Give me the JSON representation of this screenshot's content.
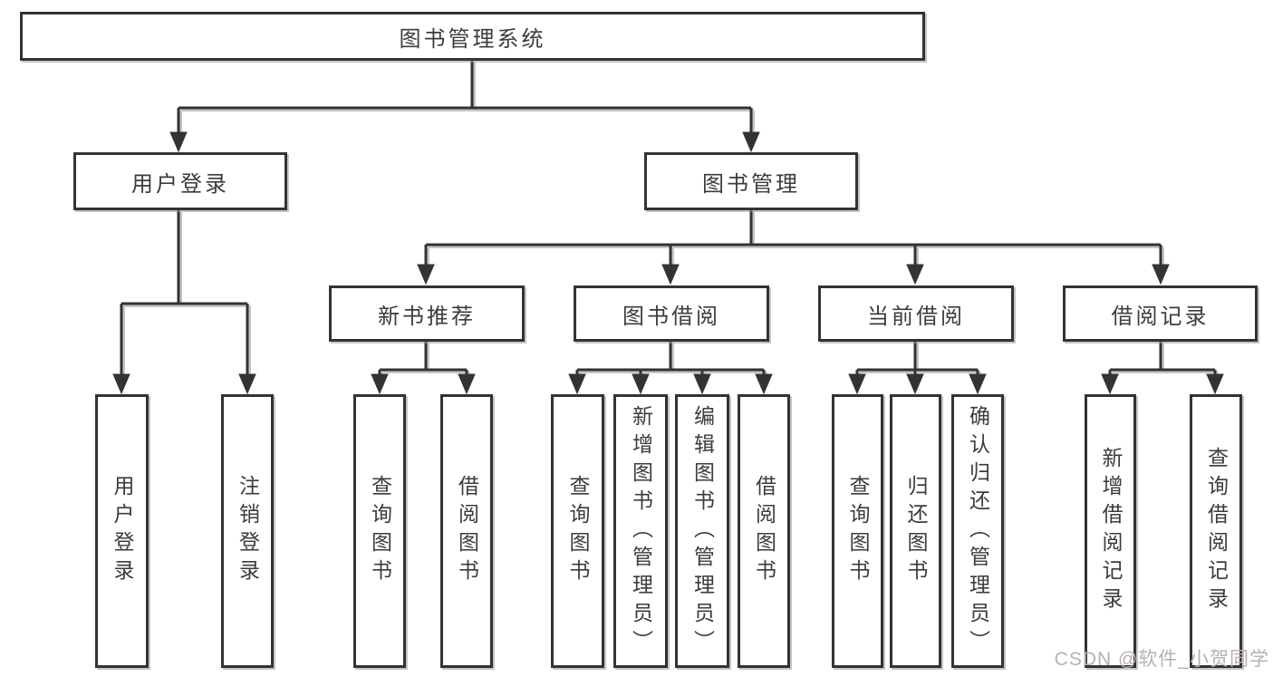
{
  "diagram": {
    "title": "图书管理系统",
    "nodes": {
      "root": "图书管理系统",
      "user_login": "用户登录",
      "book_mgmt": "图书管理",
      "new_book_rec": "新书推荐",
      "book_borrow": "图书借阅",
      "current_borrow": "当前借阅",
      "borrow_record": "借阅记录"
    },
    "leaves": {
      "user_login": [
        "用户登录",
        "注销登录"
      ],
      "new_book_rec": [
        "查询图书",
        "借阅图书"
      ],
      "book_borrow": [
        "查询图书",
        "新增图书（管理员）",
        "编辑图书（管理员）",
        "借阅图书"
      ],
      "current_borrow": [
        "查询图书",
        "归还图书",
        "确认归还（管理员）"
      ],
      "borrow_record": [
        "新增借阅记录",
        "查询借阅记录"
      ]
    },
    "watermark": "CSDN @软件_小贺同学",
    "colors": {
      "line": "#333333",
      "text": "#3c3c3c",
      "background": "#ffffff",
      "watermark": "#b8b0b0"
    }
  }
}
